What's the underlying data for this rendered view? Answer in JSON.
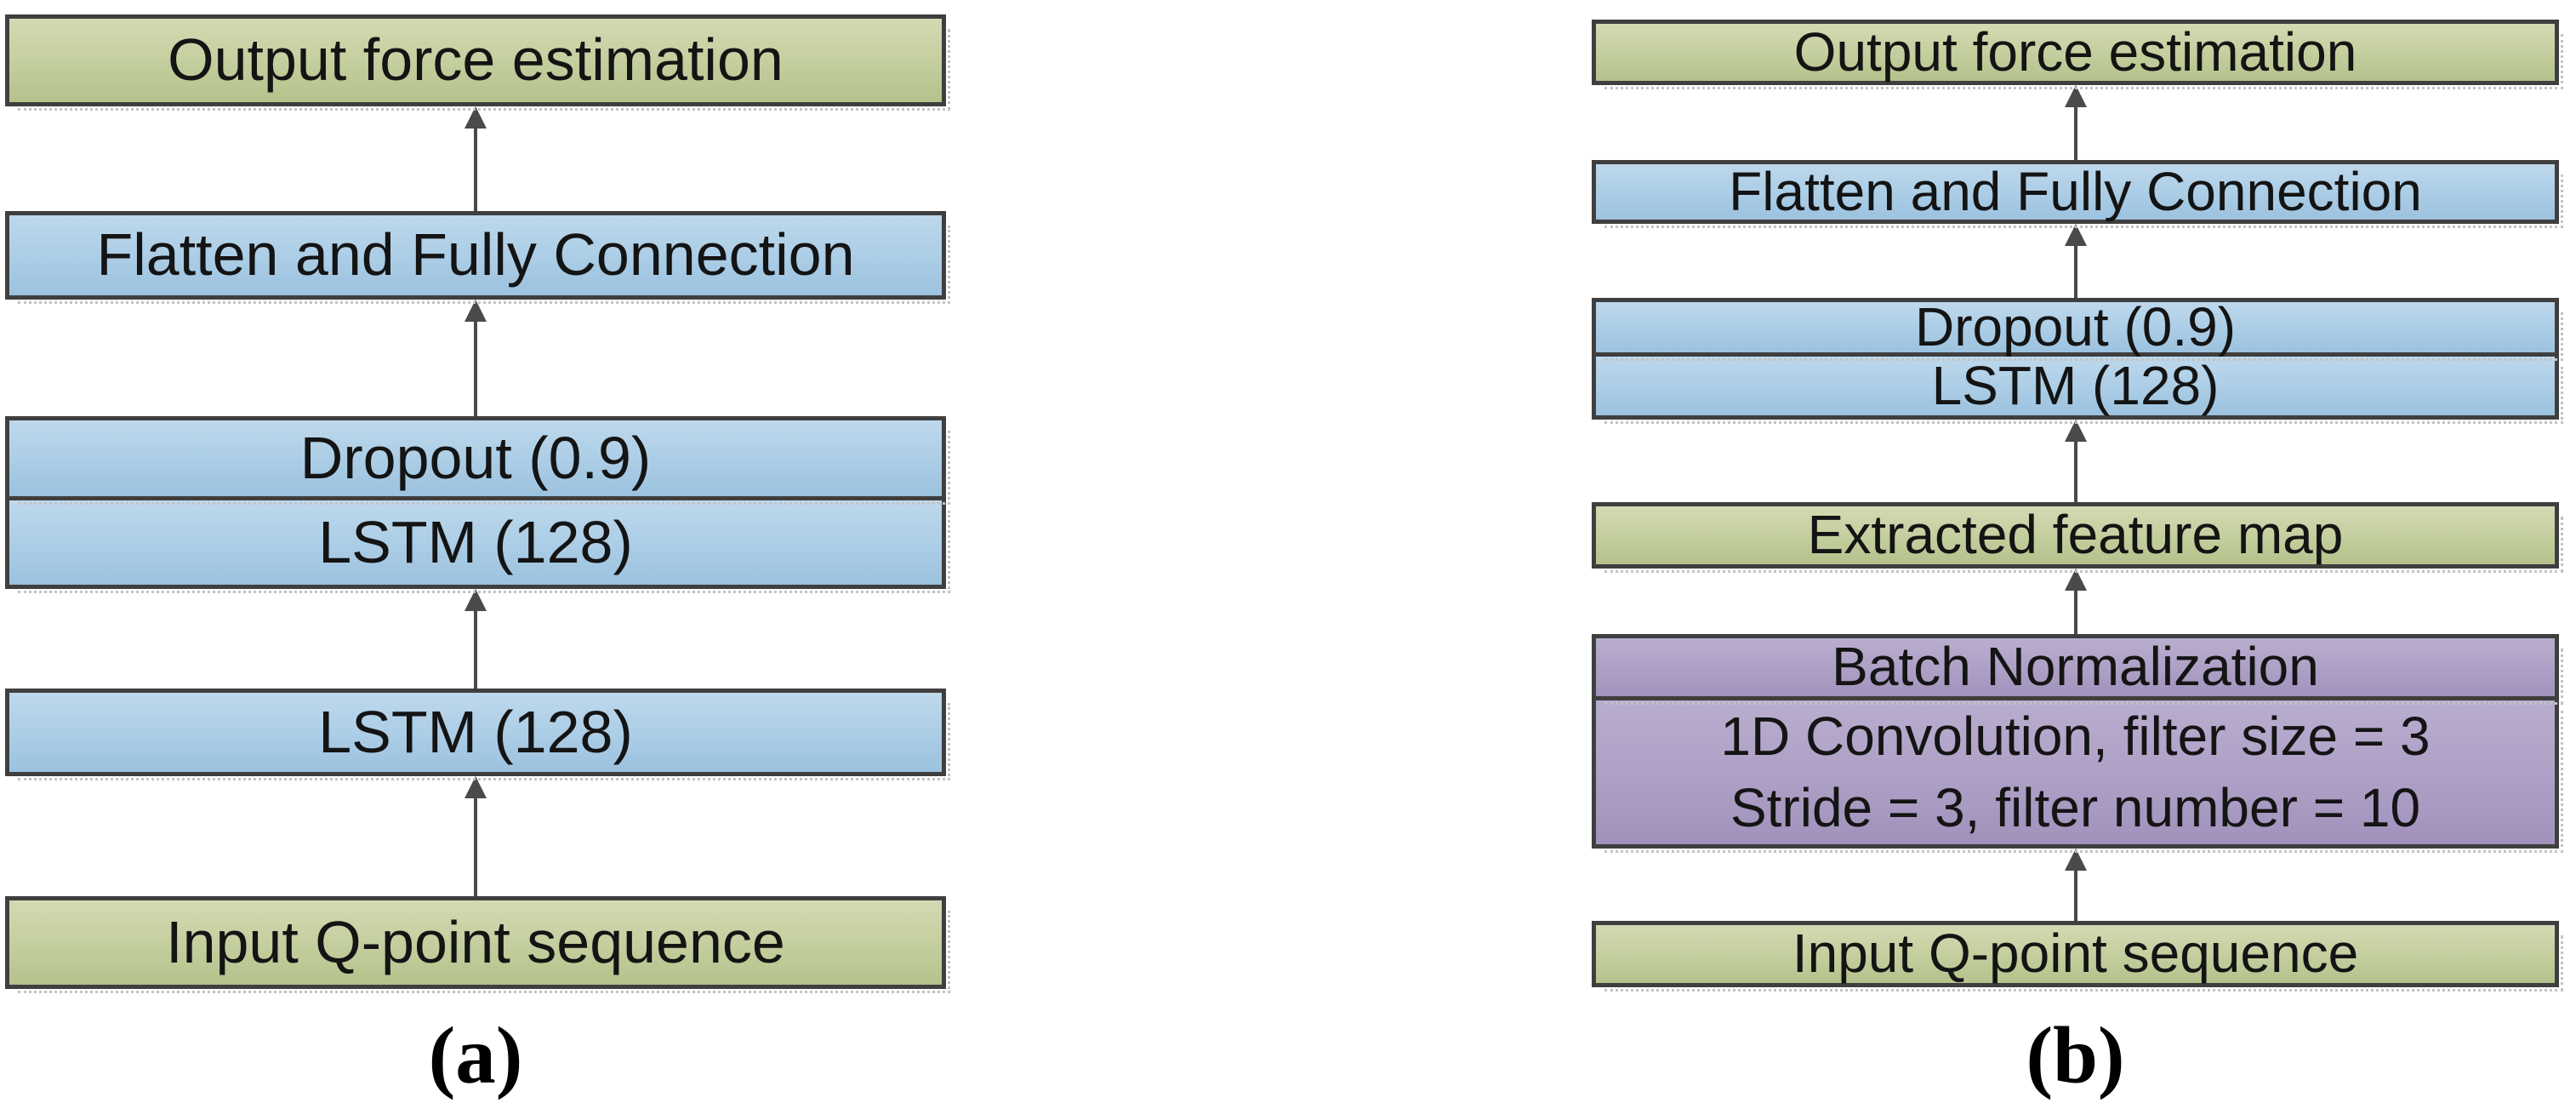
{
  "panel_a": {
    "label": "(a)",
    "boxes": {
      "output": "Output force estimation",
      "flatten": "Flatten and Fully Connection",
      "dropout": "Dropout (0.9)",
      "lstm_upper": "LSTM (128)",
      "lstm_lower": "LSTM (128)",
      "input": "Input Q-point sequence"
    }
  },
  "panel_b": {
    "label": "(b)",
    "boxes": {
      "output": "Output force estimation",
      "flatten": "Flatten and Fully Connection",
      "dropout": "Dropout (0.9)",
      "lstm": "LSTM (128)",
      "feature_map": "Extracted feature map",
      "batch_norm": "Batch Normalization",
      "conv_line1": "1D Convolution, filter size = 3",
      "conv_line2": "Stride = 3, filter number = 10",
      "input": "Input Q-point sequence"
    }
  },
  "colors": {
    "green_top": "#d3dab3",
    "green_bottom": "#b5c28c",
    "blue_top": "#bed8ec",
    "blue_bottom": "#9cc2df",
    "purple_top": "#b9adcf",
    "purple_bottom": "#a192bc",
    "box_border": "#3f3f3f",
    "arrow": "#4a4a4a",
    "background": "#ffffff"
  }
}
